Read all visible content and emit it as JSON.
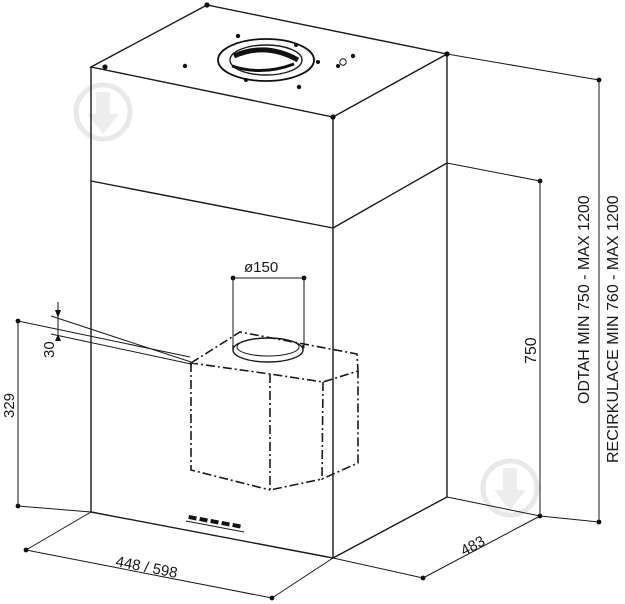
{
  "dimensions": {
    "width": "448 / 598",
    "depth": "483",
    "height_body": "750",
    "height_lower": "329",
    "offset": "30",
    "diameter": "ø150",
    "exhaust_range": "ODTAH MIN 750 - MAX 1200",
    "recirc_range": "RECIRKULACE MIN 760 - MAX 1200"
  },
  "icons": {
    "watermark_left": "watermark-logo-icon",
    "watermark_right": "watermark-logo-icon"
  },
  "colors": {
    "line": "#1a1a1a",
    "watermark": "#e6e6e6"
  }
}
